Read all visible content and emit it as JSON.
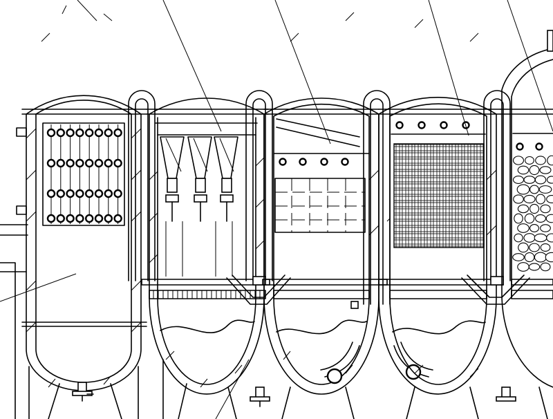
{
  "drawing": {
    "type": "engineering-section-drawing",
    "color_line": "#000000",
    "color_background": "#ffffff",
    "vessels": [
      {
        "id": "vessel-1",
        "internals": "tube-bundle-with-ring-nozzles"
      },
      {
        "id": "vessel-2",
        "internals": "hopper-cones-with-valves"
      },
      {
        "id": "vessel-3",
        "internals": "grid-panel-with-spray-nozzles"
      },
      {
        "id": "vessel-4",
        "internals": "mesh-filter-pack-with-spray-nozzles"
      },
      {
        "id": "vessel-5",
        "internals": "packed-stone-bed"
      }
    ],
    "leader_lines": 7,
    "text_labels": []
  }
}
